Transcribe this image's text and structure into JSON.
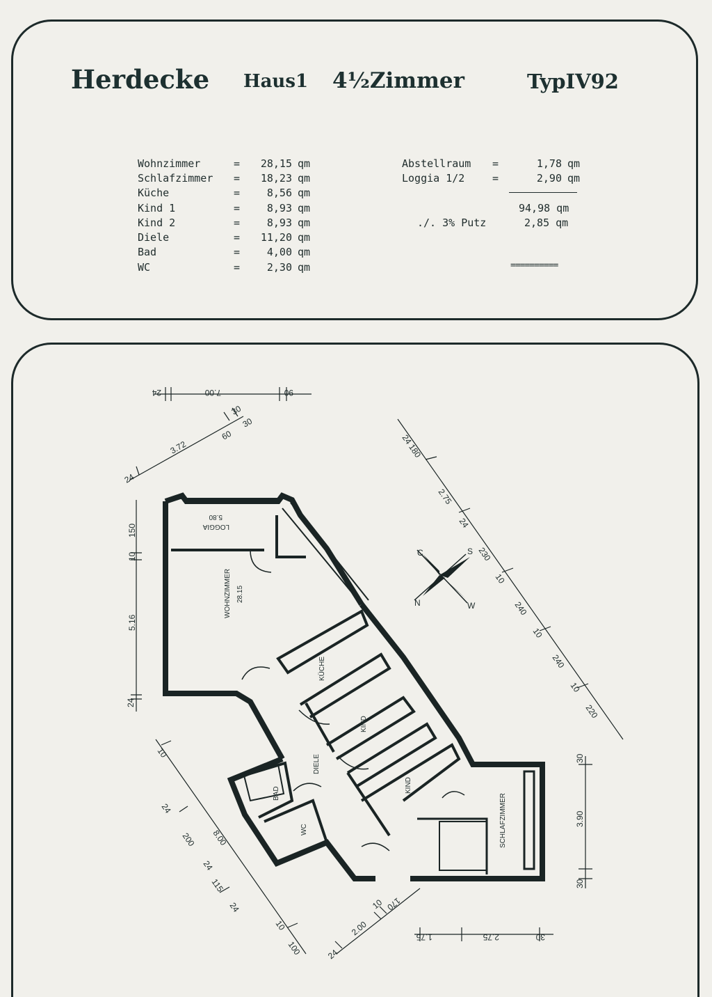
{
  "header": {
    "city": "Herdecke",
    "house": "Haus1",
    "rooms": "4½Zimmer",
    "type": "TypIV92"
  },
  "areas_left": [
    {
      "name": "Wohnzimmer",
      "eq": "=",
      "value": "28,15",
      "unit": "qm"
    },
    {
      "name": "Schlafzimmer",
      "eq": "=",
      "value": "18,23",
      "unit": "qm"
    },
    {
      "name": "Küche",
      "eq": "=",
      "value": "8,56",
      "unit": "qm"
    },
    {
      "name": "Kind 1",
      "eq": "=",
      "value": "8,93",
      "unit": "qm"
    },
    {
      "name": "Kind 2",
      "eq": "=",
      "value": "8,93",
      "unit": "qm"
    },
    {
      "name": "Diele",
      "eq": "=",
      "value": "11,20",
      "unit": "qm"
    },
    {
      "name": "Bad",
      "eq": "=",
      "value": "4,00",
      "unit": "qm"
    },
    {
      "name": "WC",
      "eq": "=",
      "value": "2,30",
      "unit": "qm"
    }
  ],
  "areas_right": [
    {
      "name": "Abstellraum",
      "eq": "=",
      "value": "1,78",
      "unit": "qm"
    },
    {
      "name": "Loggia 1/2",
      "eq": "=",
      "value": "2,90",
      "unit": "qm"
    }
  ],
  "total": "94,98 qm",
  "putz": {
    "label": "./. 3% Putz",
    "value": "2,85 qm"
  },
  "double_rule": "==========",
  "plan": {
    "rooms": {
      "loggia": "LOGGIA",
      "loggia_area": "5.80",
      "wohnzimmer": "WOHNZIMMER",
      "wohnzimmer_area": "28.15",
      "kueche": "KÜCHE",
      "kind1": "KIND",
      "kind2": "KIND",
      "diele": "DIELE",
      "bad": "BAD",
      "wc": "WC",
      "schlafzimmer": "SCHLAFZIMMER"
    },
    "compass": {
      "n": "N",
      "s": "S",
      "c": "C",
      "w": "W"
    },
    "dims": {
      "top_24": "24",
      "top_700": "7.00",
      "top_90": "90",
      "diag_372": "3.72",
      "diag_60": "60",
      "diag_30a": "30",
      "diag_30b": "30",
      "diag_24": "24",
      "left_150": "150",
      "left_10": "10",
      "left_516": "5.16",
      "left_24": "24",
      "right_24_180": "24 180",
      "right_275": "2.75",
      "right_24": "24",
      "right_230": "230",
      "right_10a": "10",
      "right_240a": "240",
      "right_10b": "10",
      "right_240b": "240",
      "right_10c": "10",
      "right_220": "220",
      "vert_30a": "30",
      "vert_390": "3.90",
      "vert_30b": "30",
      "low_175": "1.75",
      "low_275": "2.75",
      "low_30": "30",
      "low_24": "24",
      "low_200": "2.00",
      "low_10": "10",
      "low_170": "170",
      "ll_10": "10",
      "ll_24": "24",
      "ll_200": "200",
      "ll_800": "8.00",
      "ll_24b": "24",
      "ll_115": "115",
      "ll_24c": "24",
      "ll_10b": "10",
      "ll_100": "100"
    }
  }
}
